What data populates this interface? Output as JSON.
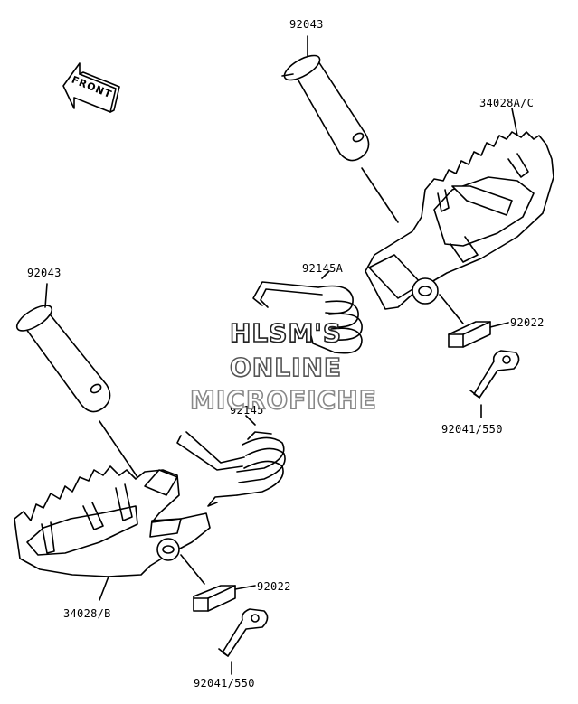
{
  "diagram": {
    "front_arrow_label": "FRONT",
    "watermark": [
      "HLSM'S",
      "ONLINE",
      "MICROFICHE"
    ],
    "part_labels": {
      "pin_upper": "92043",
      "footpeg_right": "34028A/C",
      "spring_a": "92145A",
      "washer_right": "92022",
      "cotter_right": "92041/550",
      "pin_lower": "92043",
      "spring": "92145",
      "washer_left": "92022",
      "footpeg_left": "34028/B",
      "cotter_left": "92041/550"
    }
  }
}
